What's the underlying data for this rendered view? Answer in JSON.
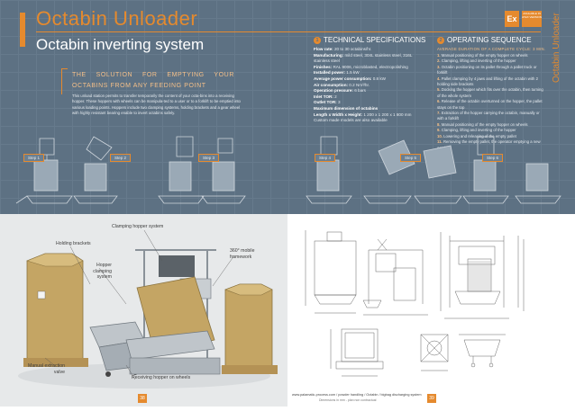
{
  "header": {
    "title": "Octabin Unloader",
    "subtitle": "Octabin inverting system",
    "side_title": "Octabin Unloader",
    "ex_symbol": "Ex",
    "ex_note": "AVAILABLE IN ATEX VERSION"
  },
  "intro": {
    "tagline": "THE SOLUTION FOR EMPTYING YOUR OCTABINS FROM ANY FEEDING POINT",
    "description": "This unload station permits to transfer temporarily the content of your octa-bins into a receiving hopper. These hoppers with wheels can be manipula-ted to a user or to a forklift to be emptied into various loading points. Hoppers include two clamping systems, holding brackets and a gear wheel with highly resistant bearing enable to invert octabins safely."
  },
  "technical": {
    "heading": "TECHNICAL SPECIFICATIONS",
    "number": "1",
    "lines": [
      {
        "label": "Flow rate:",
        "value": "20 to 30 octabins/hr."
      },
      {
        "label": "Manufacturing:",
        "value": "mild steel, 304L stainless steel, 316L stainless steel"
      },
      {
        "label": "Finishes:",
        "value": "RAL 9006, microblasted, electropolishing"
      },
      {
        "label": "Installed power:",
        "value": "1.5 kW"
      },
      {
        "label": "Average power consumption:",
        "value": "0.8 kW"
      },
      {
        "label": "Air consumption:",
        "value": "0.2 Nm³/hr."
      },
      {
        "label": "Operation pressure:",
        "value": "6 bars"
      },
      {
        "label": "Inlet TOR:",
        "value": "2"
      },
      {
        "label": "Outlet TOR:",
        "value": "3"
      },
      {
        "label": "Maximum dimension of octabins",
        "value": ""
      },
      {
        "label": "Length x Width x Height:",
        "value": "1 200 x 1 200 x 1 800 mm"
      },
      {
        "label": "",
        "value": "Custom made models are also available"
      }
    ]
  },
  "operating": {
    "heading": "OPERATING SEQUENCE",
    "number": "2",
    "subheading": "AVERAGE DURATION OF A COMPLETE CYCLE: 3 MIN.",
    "steps": [
      {
        "n": "1.",
        "text": "Manual positioning of the empty hopper on wheels"
      },
      {
        "n": "2.",
        "text": "Clamping, lifting and inverting of the hopper"
      },
      {
        "n": "3.",
        "text": "Octabin positioning on its pallet through a pallet truck or forklift"
      },
      {
        "n": "4.",
        "text": "Pallet clamping by 4 jaws and lifting of the octabin with 2 holding side brackets"
      },
      {
        "n": "5.",
        "text": "Docking the hopper which fits over the octabin, then turning of the whole system"
      },
      {
        "n": "6.",
        "text": "Release of the octabin overturned on the hopper, the pallet stays on the top"
      },
      {
        "n": "7.",
        "text": "Extraction of the hopper carrying the octabin, manually or with a forklift"
      },
      {
        "n": "8.",
        "text": "Manual positioning of the empty hopper on wheels"
      },
      {
        "n": "9.",
        "text": "Clamping, lifting and inverting of the hopper"
      },
      {
        "n": "10.",
        "text": "Lowering and releasing of the empty pallet"
      },
      {
        "n": "11.",
        "text": "Removing the empty pallet, the operator emptying a new octabin"
      }
    ]
  },
  "step_labels": [
    "Step 1",
    "Step 2",
    "Step 3",
    "Step 4",
    "Step 5",
    "Step 6"
  ],
  "callouts": {
    "clamping_hopper": "Clamping hopper system",
    "holding_brackets": "Holding brackets",
    "hopper_clamping": "Hopper clamping system",
    "mobile_framework": "360° mobile framework",
    "manual_valve": "Manual extraction valve",
    "receiving_hopper": "Receiving hopper on wheels"
  },
  "footer": {
    "page_left": "38",
    "page_right": "39",
    "url": "www.palamatic-process.com / powder handling / Octabin / bigbag discharging system",
    "note": "Dimensions in mm - plan non contractual"
  },
  "colors": {
    "panel": "#5d7183",
    "accent": "#e58a2e",
    "bottom_bg": "#e7e9ea"
  }
}
